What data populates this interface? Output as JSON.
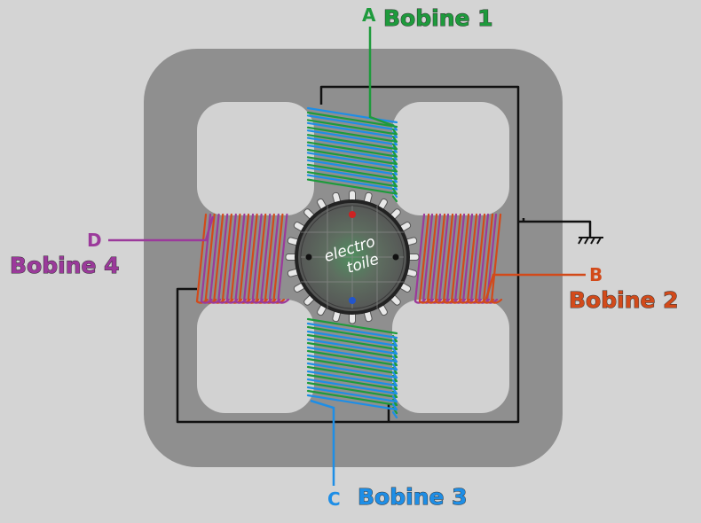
{
  "colors": {
    "background": "#d4d4d4",
    "stator": "#8f8f8f",
    "window": "#d2d2d2",
    "wire": "#111111",
    "coil1": "#1e9a3c",
    "coil2": "#d24a1a",
    "coil3": "#1e8ee6",
    "coil4": "#9b3a9b",
    "rotor": "#6a6a6a",
    "rotor_center": "#4f8f5f"
  },
  "coils": {
    "c1": {
      "title": "Bobine 1",
      "terminal": "A"
    },
    "c2": {
      "title": "Bobine 2",
      "terminal": "B"
    },
    "c3": {
      "title": "Bobine 3",
      "terminal": "C"
    },
    "c4": {
      "title": "Bobine 4",
      "terminal": "D"
    }
  },
  "rotor": {
    "line1": "electro",
    "line2": "toile",
    "teeth": 24
  },
  "ground_icon": "ground-symbol-icon"
}
